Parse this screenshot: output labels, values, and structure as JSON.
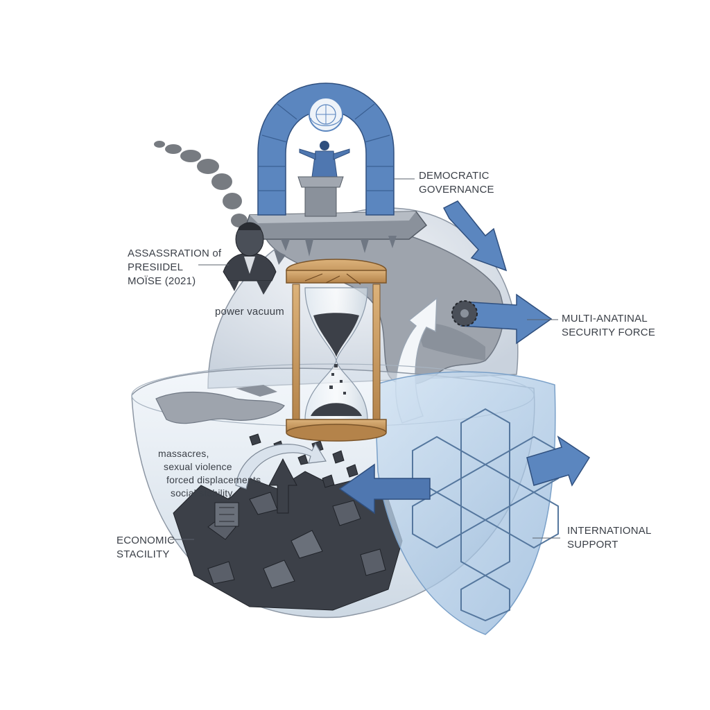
{
  "labels": {
    "democratic_governance": [
      "DEMOCRATIC",
      "GOVERNANCE"
    ],
    "assassination": [
      "ASSASSRATION of",
      "PRESIIDEL",
      "MOÏSE (2021)"
    ],
    "power_vacuum": "power vacuum",
    "multinational_force": [
      "MULTI-ANATINAL",
      "SECURITY FORCE"
    ],
    "crisis_effects": [
      "massacres,",
      "sexual violence",
      "forced displacements",
      "social stability"
    ],
    "economic_stability": [
      "ECONOMIC",
      "STACILITY"
    ],
    "international_support": [
      "INTERNATIONAL",
      "SUPPORT"
    ]
  },
  "colors": {
    "arch_blue": "#5b86bf",
    "arrow_blue": "#4f77b0",
    "shield_blue": "#a9c8e6",
    "globe_gray": "#9ea4ad",
    "rubble_dark": "#3c4048",
    "hourglass_wood": "#c99a5c",
    "label_text": "#3a3f47"
  },
  "icons": [
    "un-emblem-icon",
    "speaker-figure-icon",
    "hourglass-icon",
    "gear-icon",
    "smoke-icon"
  ]
}
